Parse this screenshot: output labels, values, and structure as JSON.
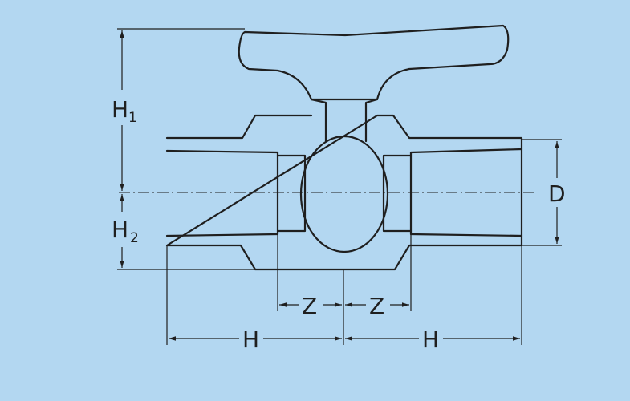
{
  "diagram": {
    "background": "#b3d7f1",
    "stroke_color": "#1f1f1f",
    "labels": {
      "h1_main": "H",
      "h1_sub": "1",
      "h2_main": "H",
      "h2_sub": "2",
      "d": "D",
      "z_left": "Z",
      "z_right": "Z",
      "h_left": "H",
      "h_right": "H"
    }
  }
}
